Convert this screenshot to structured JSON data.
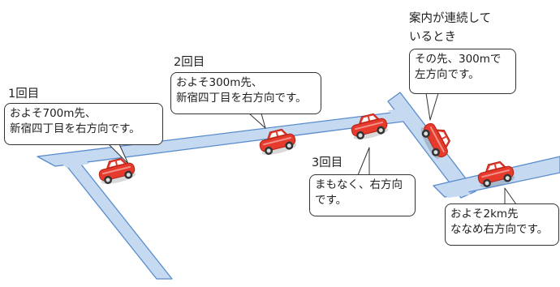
{
  "colors": {
    "road_fill": "#c5d9f1",
    "road_edge": "#5a8ccc",
    "car_body": "#e53a2c",
    "car_dark": "#b42418",
    "car_window": "#ffffff",
    "tire": "#333333"
  },
  "labels": {
    "first": "1回目",
    "second": "2回目",
    "third": "3回目",
    "continuous_line1": "案内が連続して",
    "continuous_line2": "いるとき"
  },
  "bubbles": {
    "first": [
      "およそ700m先、",
      "新宿四丁目を右方向です。"
    ],
    "second": [
      "およそ300m先、",
      "新宿四丁目を右方向です。"
    ],
    "third": [
      "まもなく、右方向",
      "です。"
    ],
    "continuous": [
      "その先、300mで",
      "左方向です。"
    ],
    "diagonal": [
      "およそ2km先",
      "ななめ右方向です。"
    ]
  },
  "icons": {
    "car": "red-car-icon",
    "road": "road-map-icon"
  }
}
